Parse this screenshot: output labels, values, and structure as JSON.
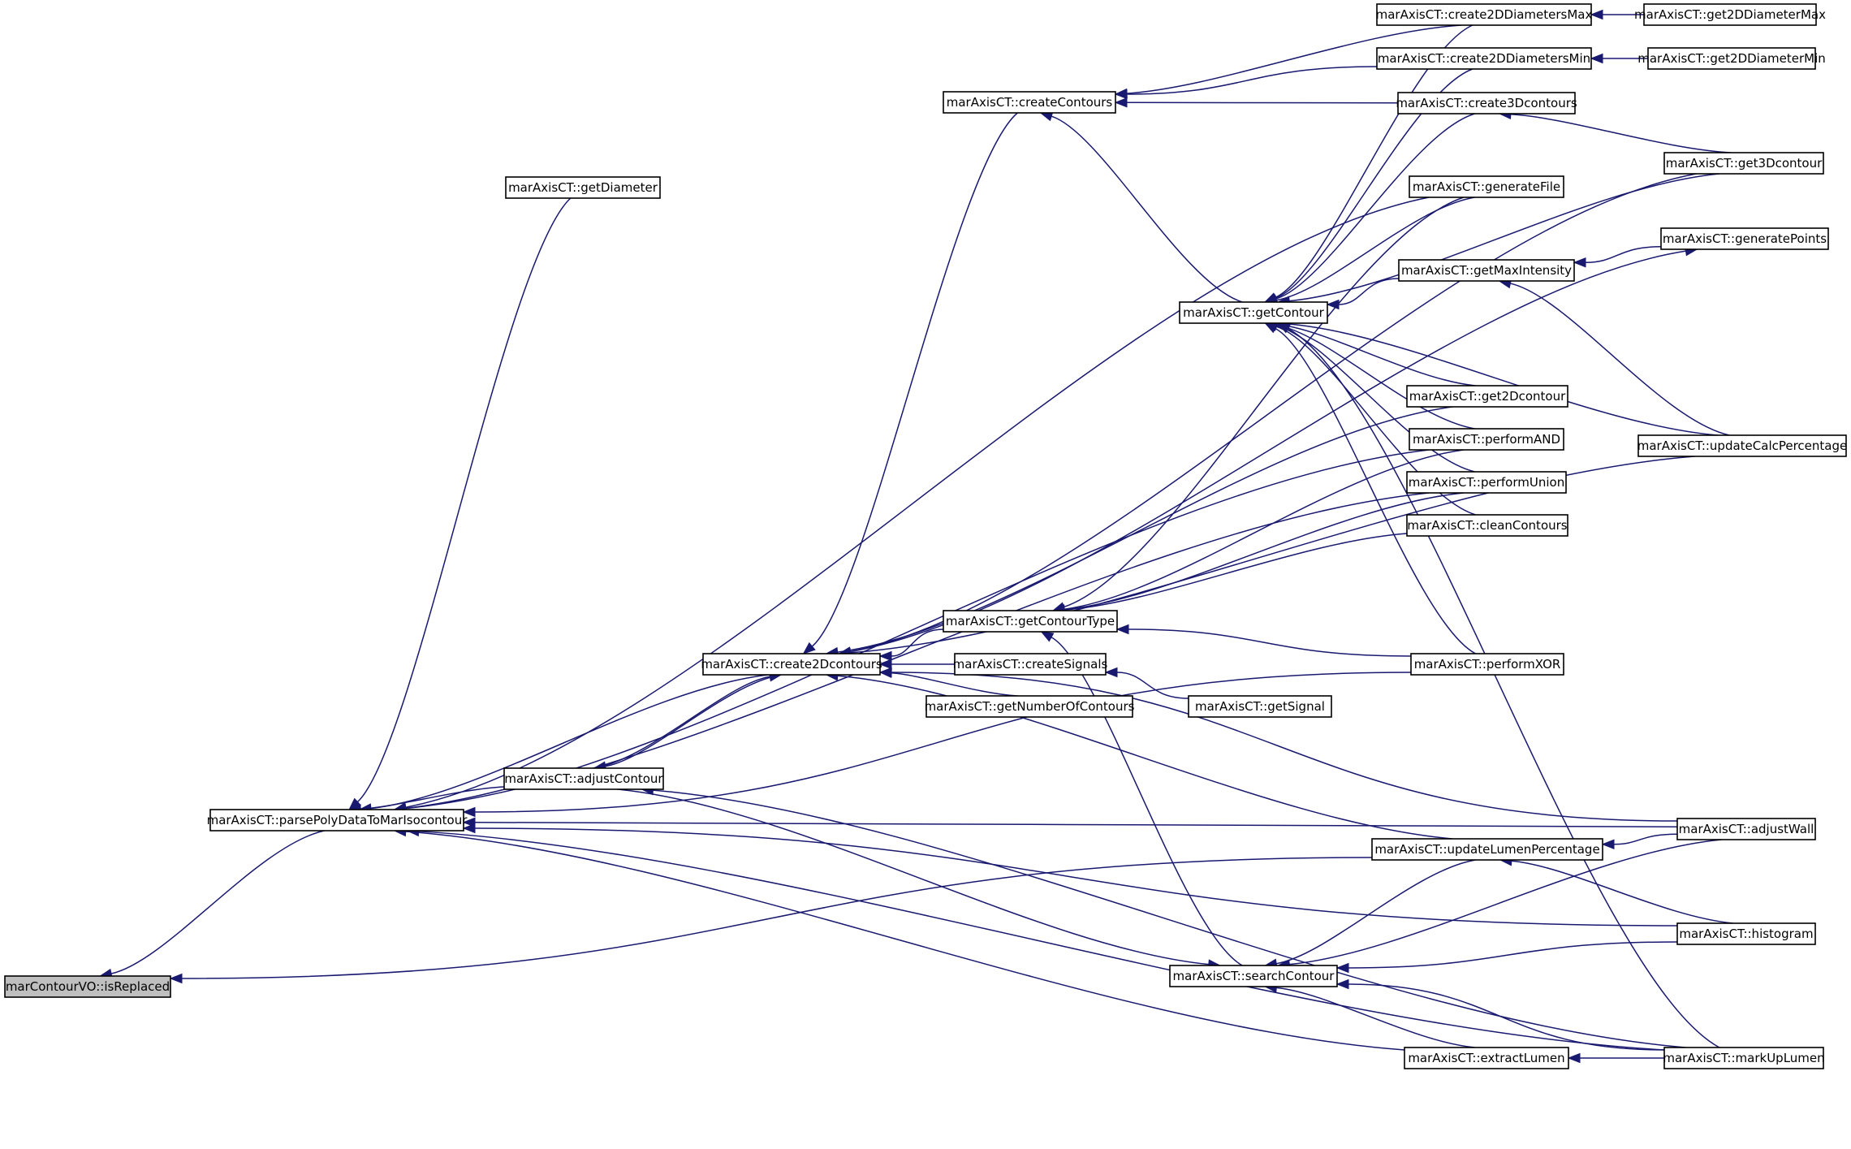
{
  "graph": {
    "kind": "caller-graph",
    "colors": {
      "edge": "#191970",
      "root_fill": "#bfbfbf",
      "node_fill": "#ffffff",
      "node_border": "#000000"
    },
    "nodes": [
      {
        "id": "isReplaced",
        "label": "marContourVO::isReplaced",
        "root": true
      },
      {
        "id": "parsePoly",
        "label": "marAxisCT::parsePolyDataToMarIsocontour"
      },
      {
        "id": "getDiameter",
        "label": "marAxisCT::getDiameter"
      },
      {
        "id": "adjustContour",
        "label": "marAxisCT::adjustContour"
      },
      {
        "id": "create2D",
        "label": "marAxisCT::create2Dcontours"
      },
      {
        "id": "createContours",
        "label": "marAxisCT::createContours"
      },
      {
        "id": "getContourType",
        "label": "marAxisCT::getContourType"
      },
      {
        "id": "createSignals",
        "label": "marAxisCT::createSignals"
      },
      {
        "id": "getNumberOfContours",
        "label": "marAxisCT::getNumberOfContours"
      },
      {
        "id": "getSignal",
        "label": "marAxisCT::getSignal"
      },
      {
        "id": "getContour",
        "label": "marAxisCT::getContour"
      },
      {
        "id": "searchContour",
        "label": "marAxisCT::searchContour"
      },
      {
        "id": "c2DMax",
        "label": "marAxisCT::create2DDiametersMax"
      },
      {
        "id": "c2DMin",
        "label": "marAxisCT::create2DDiametersMin"
      },
      {
        "id": "c3D",
        "label": "marAxisCT::create3Dcontours"
      },
      {
        "id": "generateFile",
        "label": "marAxisCT::generateFile"
      },
      {
        "id": "getMaxIntensity",
        "label": "marAxisCT::getMaxIntensity"
      },
      {
        "id": "get2Dcontour",
        "label": "marAxisCT::get2Dcontour"
      },
      {
        "id": "performAND",
        "label": "marAxisCT::performAND"
      },
      {
        "id": "performUnion",
        "label": "marAxisCT::performUnion"
      },
      {
        "id": "cleanContours",
        "label": "marAxisCT::cleanContours"
      },
      {
        "id": "performXOR",
        "label": "marAxisCT::performXOR"
      },
      {
        "id": "updateLumen",
        "label": "marAxisCT::updateLumenPercentage"
      },
      {
        "id": "extractLumen",
        "label": "marAxisCT::extractLumen"
      },
      {
        "id": "get2DMax",
        "label": "marAxisCT::get2DDiameterMax"
      },
      {
        "id": "get2DMin",
        "label": "marAxisCT::get2DDiameterMin"
      },
      {
        "id": "get3D",
        "label": "marAxisCT::get3Dcontour"
      },
      {
        "id": "generatePoints",
        "label": "marAxisCT::generatePoints"
      },
      {
        "id": "updateCalc",
        "label": "marAxisCT::updateCalcPercentage"
      },
      {
        "id": "adjustWall",
        "label": "marAxisCT::adjustWall"
      },
      {
        "id": "histogram",
        "label": "marAxisCT::histogram"
      },
      {
        "id": "markUpLumen",
        "label": "marAxisCT::markUpLumen"
      }
    ],
    "edges": [
      {
        "from": "parsePoly",
        "to": "isReplaced"
      },
      {
        "from": "updateLumen",
        "to": "isReplaced"
      },
      {
        "from": "getDiameter",
        "to": "parsePoly"
      },
      {
        "from": "adjustContour",
        "to": "parsePoly"
      },
      {
        "from": "create2D",
        "to": "parsePoly"
      },
      {
        "from": "generateFile",
        "to": "parsePoly"
      },
      {
        "from": "performAND",
        "to": "parsePoly"
      },
      {
        "from": "performUnion",
        "to": "parsePoly"
      },
      {
        "from": "performXOR",
        "to": "parsePoly"
      },
      {
        "from": "adjustWall",
        "to": "parsePoly"
      },
      {
        "from": "histogram",
        "to": "parsePoly"
      },
      {
        "from": "extractLumen",
        "to": "parsePoly"
      },
      {
        "from": "markUpLumen",
        "to": "parsePoly"
      },
      {
        "from": "adjustContour",
        "to": "create2D"
      },
      {
        "from": "createContours",
        "to": "create2D"
      },
      {
        "from": "getContourType",
        "to": "create2D"
      },
      {
        "from": "createSignals",
        "to": "create2D"
      },
      {
        "from": "getNumberOfContours",
        "to": "create2D"
      },
      {
        "from": "get3D",
        "to": "create2D"
      },
      {
        "from": "get2Dcontour",
        "to": "create2D"
      },
      {
        "from": "updateCalc",
        "to": "create2D"
      },
      {
        "from": "updateLumen",
        "to": "create2D"
      },
      {
        "from": "adjustWall",
        "to": "create2D"
      },
      {
        "from": "c2DMax",
        "to": "createContours"
      },
      {
        "from": "c2DMin",
        "to": "createContours"
      },
      {
        "from": "c3D",
        "to": "createContours"
      },
      {
        "from": "getContour",
        "to": "createContours"
      },
      {
        "from": "generateFile",
        "to": "getContourType"
      },
      {
        "from": "performAND",
        "to": "getContourType"
      },
      {
        "from": "performUnion",
        "to": "getContourType"
      },
      {
        "from": "cleanContours",
        "to": "getContourType"
      },
      {
        "from": "performXOR",
        "to": "getContourType"
      },
      {
        "from": "getSignal",
        "to": "createSignals"
      },
      {
        "from": "c2DMax",
        "to": "getContour"
      },
      {
        "from": "c2DMin",
        "to": "getContour"
      },
      {
        "from": "c3D",
        "to": "getContour"
      },
      {
        "from": "generateFile",
        "to": "getContour"
      },
      {
        "from": "get3D",
        "to": "getContour"
      },
      {
        "from": "getMaxIntensity",
        "to": "getContour"
      },
      {
        "from": "updateCalc",
        "to": "getContour"
      },
      {
        "from": "get2Dcontour",
        "to": "getContour"
      },
      {
        "from": "performAND",
        "to": "getContour"
      },
      {
        "from": "performUnion",
        "to": "getContour"
      },
      {
        "from": "cleanContours",
        "to": "getContour"
      },
      {
        "from": "performXOR",
        "to": "getContour"
      },
      {
        "from": "markUpLumen",
        "to": "getContour"
      },
      {
        "from": "get2DMax",
        "to": "c2DMax"
      },
      {
        "from": "get2DMin",
        "to": "c2DMin"
      },
      {
        "from": "get3D",
        "to": "c3D"
      },
      {
        "from": "generatePoints",
        "to": "getMaxIntensity"
      },
      {
        "from": "updateCalc",
        "to": "getMaxIntensity"
      },
      {
        "from": "adjustContour",
        "to": "searchContour"
      },
      {
        "from": "updateLumen",
        "to": "searchContour"
      },
      {
        "from": "adjustWall",
        "to": "searchContour"
      },
      {
        "from": "histogram",
        "to": "searchContour"
      },
      {
        "from": "extractLumen",
        "to": "searchContour"
      },
      {
        "from": "markUpLumen",
        "to": "searchContour"
      },
      {
        "from": "searchContour",
        "to": "getContourType"
      },
      {
        "from": "adjustWall",
        "to": "updateLumen"
      },
      {
        "from": "histogram",
        "to": "updateLumen"
      },
      {
        "from": "markUpLumen",
        "to": "extractLumen"
      },
      {
        "from": "markUpLumen",
        "to": "adjustContour"
      },
      {
        "from": "create2D",
        "to": "adjustContour"
      },
      {
        "from": "create2D",
        "to": "generatePoints"
      }
    ]
  }
}
